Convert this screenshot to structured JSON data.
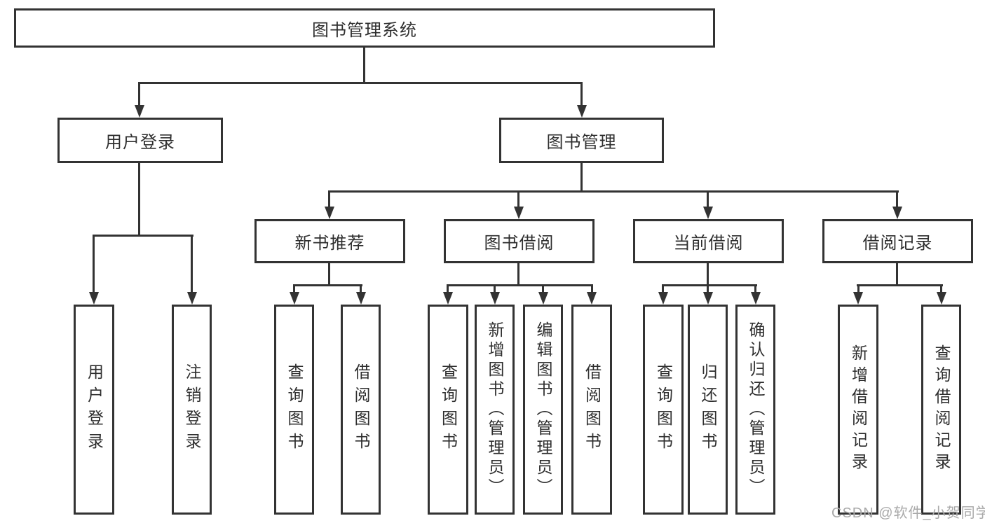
{
  "diagram": {
    "type": "hierarchy-tree",
    "root": {
      "label": "图书管理系统",
      "children": [
        {
          "label": "用户登录",
          "children": [
            {
              "label": "用户登录"
            },
            {
              "label": "注销登录"
            }
          ]
        },
        {
          "label": "图书管理",
          "children": [
            {
              "label": "新书推荐",
              "children": [
                {
                  "label": "查询图书"
                },
                {
                  "label": "借阅图书"
                }
              ]
            },
            {
              "label": "图书借阅",
              "children": [
                {
                  "label": "查询图书"
                },
                {
                  "label": "新增图书（管理员）"
                },
                {
                  "label": "编辑图书（管理员）"
                },
                {
                  "label": "借阅图书"
                }
              ]
            },
            {
              "label": "当前借阅",
              "children": [
                {
                  "label": "查询图书"
                },
                {
                  "label": "归还图书"
                },
                {
                  "label": "确认归还（管理员）"
                }
              ]
            },
            {
              "label": "借阅记录",
              "children": [
                {
                  "label": "新增借阅记录"
                },
                {
                  "label": "查询借阅记录"
                }
              ]
            }
          ]
        }
      ]
    },
    "colors": {
      "line": "#333333",
      "box_fill": "#ffffff",
      "text": "#2e2e2e",
      "watermark": "#a9a9a9",
      "background": "#ffffff"
    }
  },
  "watermark": "CSDN @软件_小贺同学"
}
